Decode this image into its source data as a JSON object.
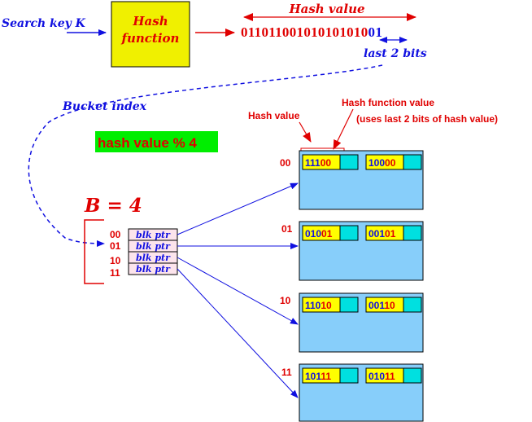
{
  "search_key": "Search key K",
  "hash_function": {
    "line1": "Hash",
    "line2": "function"
  },
  "hash_value_label": "Hash value",
  "hash_value_bits": {
    "prefix": "011011001010101010",
    "suffix": "01"
  },
  "last_bits_label": "last 2 bits",
  "bucket_index_label": "Bucket index",
  "modulo_label": "hash value % 4",
  "b_label": "B = 4",
  "directory": {
    "indices": [
      "00",
      "01",
      "10",
      "11"
    ],
    "entry_label": "blk ptr"
  },
  "callouts": {
    "hash_value": "Hash value",
    "hash_function_value": "Hash function value",
    "hash_function_value_note": "(uses last 2 bits of hash value)"
  },
  "buckets": [
    {
      "index": "00",
      "records": [
        {
          "high": "111",
          "low": "00"
        },
        {
          "high": "100",
          "low": "00"
        }
      ]
    },
    {
      "index": "01",
      "records": [
        {
          "high": "010",
          "low": "01"
        },
        {
          "high": "001",
          "low": "01"
        }
      ]
    },
    {
      "index": "10",
      "records": [
        {
          "high": "110",
          "low": "10"
        },
        {
          "high": "001",
          "low": "10"
        }
      ]
    },
    {
      "index": "11",
      "records": [
        {
          "high": "101",
          "low": "11"
        },
        {
          "high": "010",
          "low": "11"
        }
      ]
    }
  ],
  "colors": {
    "blue": "#1010e0",
    "red": "#e00000",
    "hash_box": "#f0f000",
    "bucket": "#87cefa",
    "record_key": "#ffff00",
    "record_ptr": "#00e0e0",
    "directory": "#fce4ec",
    "modulo_bg": "#00ee00"
  }
}
